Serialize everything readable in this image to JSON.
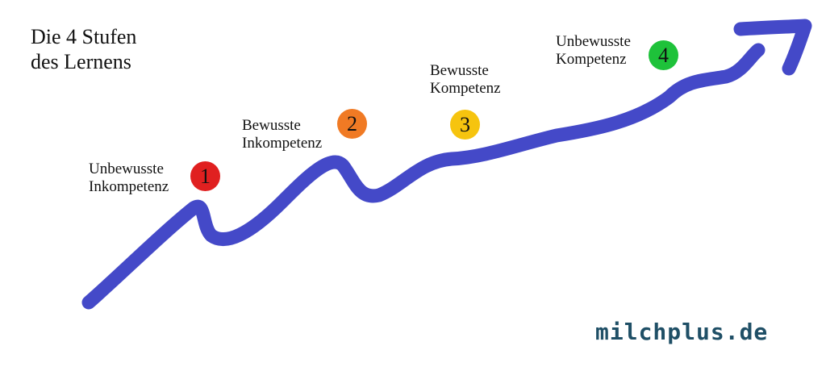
{
  "title": {
    "line1": "Die 4 Stufen",
    "line2": "des Lernens"
  },
  "stages": [
    {
      "number": "1",
      "label_line1": "Unbewusste",
      "label_line2": "Inkompetenz",
      "color": "#e02020"
    },
    {
      "number": "2",
      "label_line1": "Bewusste",
      "label_line2": "Inkompetenz",
      "color": "#f07a24"
    },
    {
      "number": "3",
      "label_line1": "Bewusste",
      "label_line2": "Kompetenz",
      "color": "#f6c40f"
    },
    {
      "number": "4",
      "label_line1": "Unbewusste",
      "label_line2": "Kompetenz",
      "color": "#1ec23a"
    }
  ],
  "curve": {
    "color": "#4449c8"
  },
  "logo": {
    "text": "milchplus.de"
  }
}
